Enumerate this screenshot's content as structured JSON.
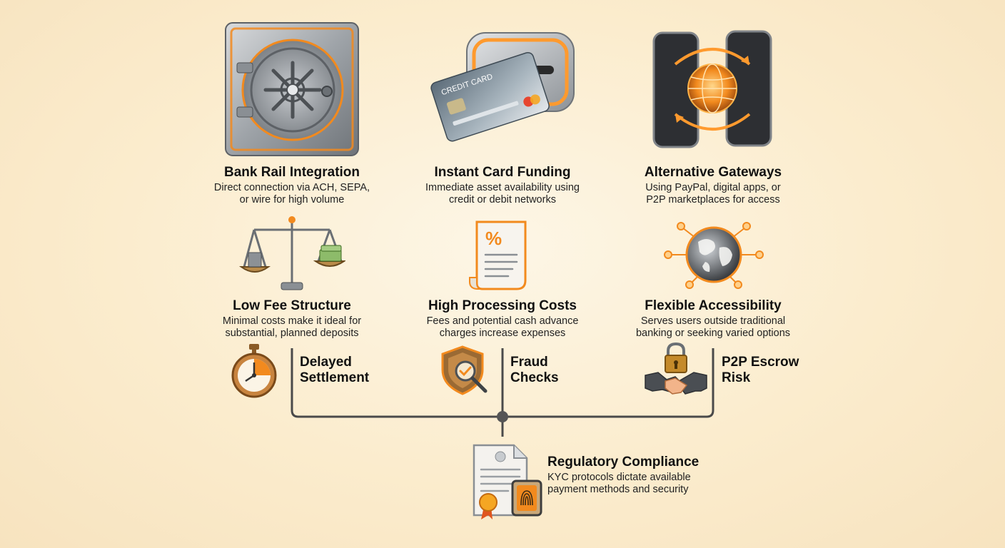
{
  "methods": [
    {
      "id": "bank",
      "title": "Bank Rail Integration",
      "desc_lines": [
        "Direct connection via ACH, SEPA,",
        "or wire for high volume"
      ],
      "icon": "bank-vault-icon"
    },
    {
      "id": "card",
      "title": "Instant Card Funding",
      "desc_lines": [
        "Immediate asset availability using",
        "credit or debit networks"
      ],
      "icon": "credit-card-slot-icon",
      "card_label": "CREDIT CARD"
    },
    {
      "id": "alt",
      "title": "Alternative Gateways",
      "desc_lines": [
        "Using PayPal, digital apps, or",
        "P2P marketplaces for access"
      ],
      "icon": "phones-globe-icon"
    }
  ],
  "features": [
    {
      "id": "fee",
      "title": "Low Fee Structure",
      "desc_lines": [
        "Minimal costs make it ideal for",
        "substantial, planned deposits"
      ],
      "icon": "balance-scale-icon"
    },
    {
      "id": "cost",
      "title": "High Processing Costs",
      "desc_lines": [
        "Fees and potential cash advance",
        "charges increase expenses"
      ],
      "icon": "percent-receipt-icon",
      "receipt_symbol": "%"
    },
    {
      "id": "access",
      "title": "Flexible Accessibility",
      "desc_lines": [
        "Serves users outside traditional",
        "banking or seeking varied options"
      ],
      "icon": "network-globe-icon"
    }
  ],
  "risks": [
    {
      "id": "settle",
      "lines": [
        "Delayed",
        "Settlement"
      ],
      "icon": "stopwatch-icon"
    },
    {
      "id": "fraud",
      "lines": [
        "Fraud",
        "Checks"
      ],
      "icon": "shield-magnifier-icon"
    },
    {
      "id": "escrow",
      "lines": [
        "P2P Escrow",
        "Risk"
      ],
      "icon": "handshake-lock-icon"
    }
  ],
  "compliance": {
    "title": "Regulatory Compliance",
    "desc_lines": [
      "KYC protocols dictate available",
      "payment methods and security"
    ],
    "icon": "certificate-fingerprint-icon"
  },
  "colors": {
    "accent": "#f28a1e",
    "glow": "#ffb347",
    "metal": "#9aa0a6",
    "line": "#4a4a4a"
  }
}
